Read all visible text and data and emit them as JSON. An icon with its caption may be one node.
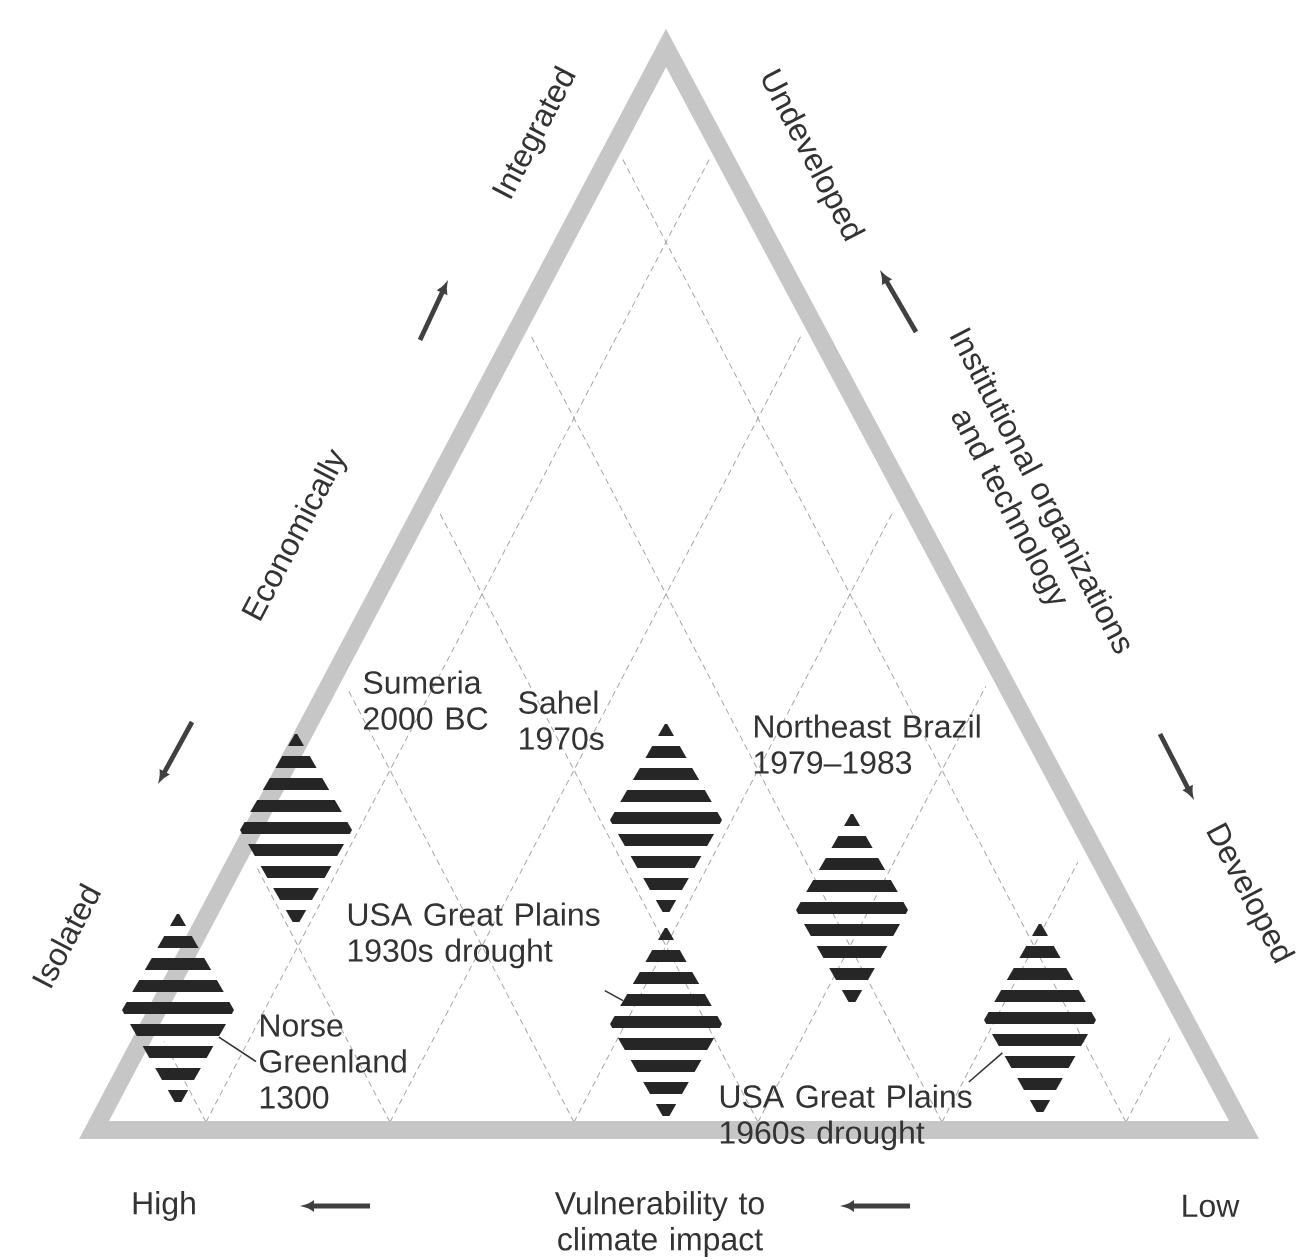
{
  "diagram": {
    "nodes": [
      {
        "text": [],
        "shape": "diamond"
      },
      {
        "text": [],
        "shape": "diamond",
        "beside": [
          "Sumeria 2000 BC"
        ]
      },
      {
        "text": [],
        "shape": "diamond",
        "beside": [
          "Sahel 1970s"
        ]
      },
      {
        "text": [],
        "shape": "diamond"
      },
      {
        "text": [],
        "shape": "diamond",
        "beside": [
          "Northeast Brazil 1979–1983"
        ]
      },
      {
        "text": [],
        "shape": "diamond"
      },
      {
        "text": [
          "Norse Greenland 1300"
        ]
      },
      {
        "text": [
          "USA Great Plains 1930s drought"
        ]
      },
      {
        "text": [
          "USA Great Plains 1960s drought"
        ]
      }
    ],
    "edges": [
      {
        "from": 6,
        "to": 0,
        "arrow": "none"
      },
      {
        "from": 7,
        "to": 3,
        "arrow": "none"
      },
      {
        "from": 8,
        "to": 5,
        "arrow": "none"
      }
    ],
    "labels": [
      "Integrated",
      "Undeveloped",
      "Economically",
      "Institutional organizations and technology",
      "Isolated",
      "Developed",
      "High",
      "Vulnerability to climate impact",
      "Low"
    ]
  }
}
